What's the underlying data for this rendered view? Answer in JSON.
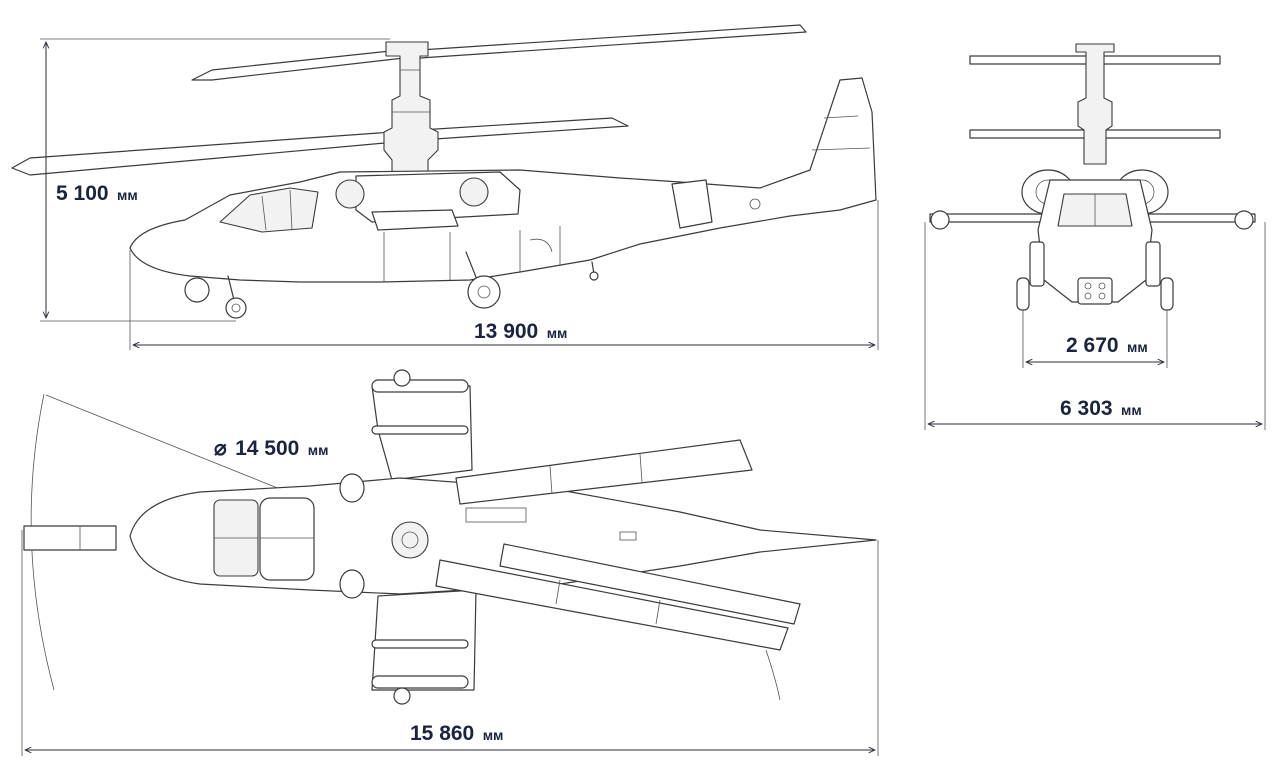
{
  "dimensions": {
    "height": {
      "value": "5 100",
      "unit": "мм"
    },
    "length": {
      "value": "13 900",
      "unit": "мм"
    },
    "gear_track": {
      "value": "2 670",
      "unit": "мм"
    },
    "span": {
      "value": "6 303",
      "unit": "мм"
    },
    "rotor_diameter": {
      "symbol": "⌀",
      "value": "14 500",
      "unit": "мм"
    },
    "overall_length": {
      "value": "15 860",
      "unit": "мм"
    }
  },
  "colors": {
    "line": "#3b3b3b",
    "dimension_text": "#1a2440"
  }
}
